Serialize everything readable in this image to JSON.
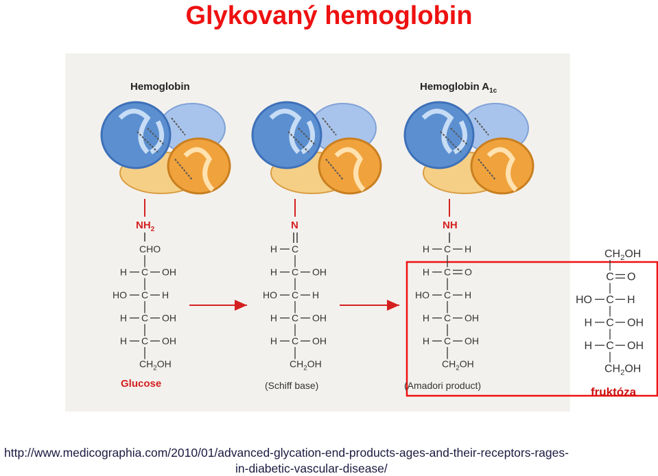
{
  "title": "Glykovaný hemoglobin",
  "labels": {
    "hemoglobin": "Hemoglobin",
    "hemoglobin_a1c": "Hemoglobin A",
    "a1c_sub": "1c",
    "nh2": "NH2",
    "n": "N",
    "nh": "NH"
  },
  "structures": {
    "glucose": {
      "name": "Glucose",
      "rows": [
        {
          "l": "",
          "c": "CHO",
          "r": ""
        },
        {
          "l": "H",
          "c": "C",
          "r": "OH"
        },
        {
          "l": "HO",
          "c": "C",
          "r": "H"
        },
        {
          "l": "H",
          "c": "C",
          "r": "OH"
        },
        {
          "l": "H",
          "c": "C",
          "r": "OH"
        },
        {
          "l": "",
          "c": "CH2OH",
          "r": ""
        }
      ]
    },
    "schiff": {
      "name": "(Schiff base)",
      "rows": [
        {
          "l": "H",
          "c": "C",
          "r": ""
        },
        {
          "l": "H",
          "c": "C",
          "r": "OH"
        },
        {
          "l": "HO",
          "c": "C",
          "r": "H"
        },
        {
          "l": "H",
          "c": "C",
          "r": "OH"
        },
        {
          "l": "H",
          "c": "C",
          "r": "OH"
        },
        {
          "l": "",
          "c": "CH2OH",
          "r": ""
        }
      ]
    },
    "amadori": {
      "name": "(Amadori product)",
      "rows": [
        {
          "l": "H",
          "c": "C",
          "r": "H"
        },
        {
          "l": "H",
          "c": "C",
          "r": "O"
        },
        {
          "l": "HO",
          "c": "C",
          "r": "H"
        },
        {
          "l": "H",
          "c": "C",
          "r": "OH"
        },
        {
          "l": "H",
          "c": "C",
          "r": "OH"
        },
        {
          "l": "",
          "c": "CH2OH",
          "r": ""
        }
      ]
    },
    "fructose": {
      "name": "fruktóza",
      "rows": [
        {
          "l": "",
          "c": "CH2OH",
          "r": ""
        },
        {
          "l": "",
          "c": "C",
          "r": "O"
        },
        {
          "l": "HO",
          "c": "C",
          "r": "H"
        },
        {
          "l": "H",
          "c": "C",
          "r": "OH"
        },
        {
          "l": "H",
          "c": "C",
          "r": "OH"
        },
        {
          "l": "",
          "c": "CH2OH",
          "r": ""
        }
      ]
    }
  },
  "url_line1": "http://www.medicographia.com/2010/01/advanced-glycation-end-products-ages-and-their-receptors-rages-",
  "url_line2": "in-diabetic-vascular-disease/",
  "colors": {
    "title": "#ee1111",
    "accent_red": "#d42020",
    "protein_blue": "#5b8fd0",
    "protein_blue_light": "#a9c4ec",
    "protein_orange": "#f0a23c",
    "protein_orange_light": "#f6cf86",
    "panel": "#f3f1ee"
  }
}
